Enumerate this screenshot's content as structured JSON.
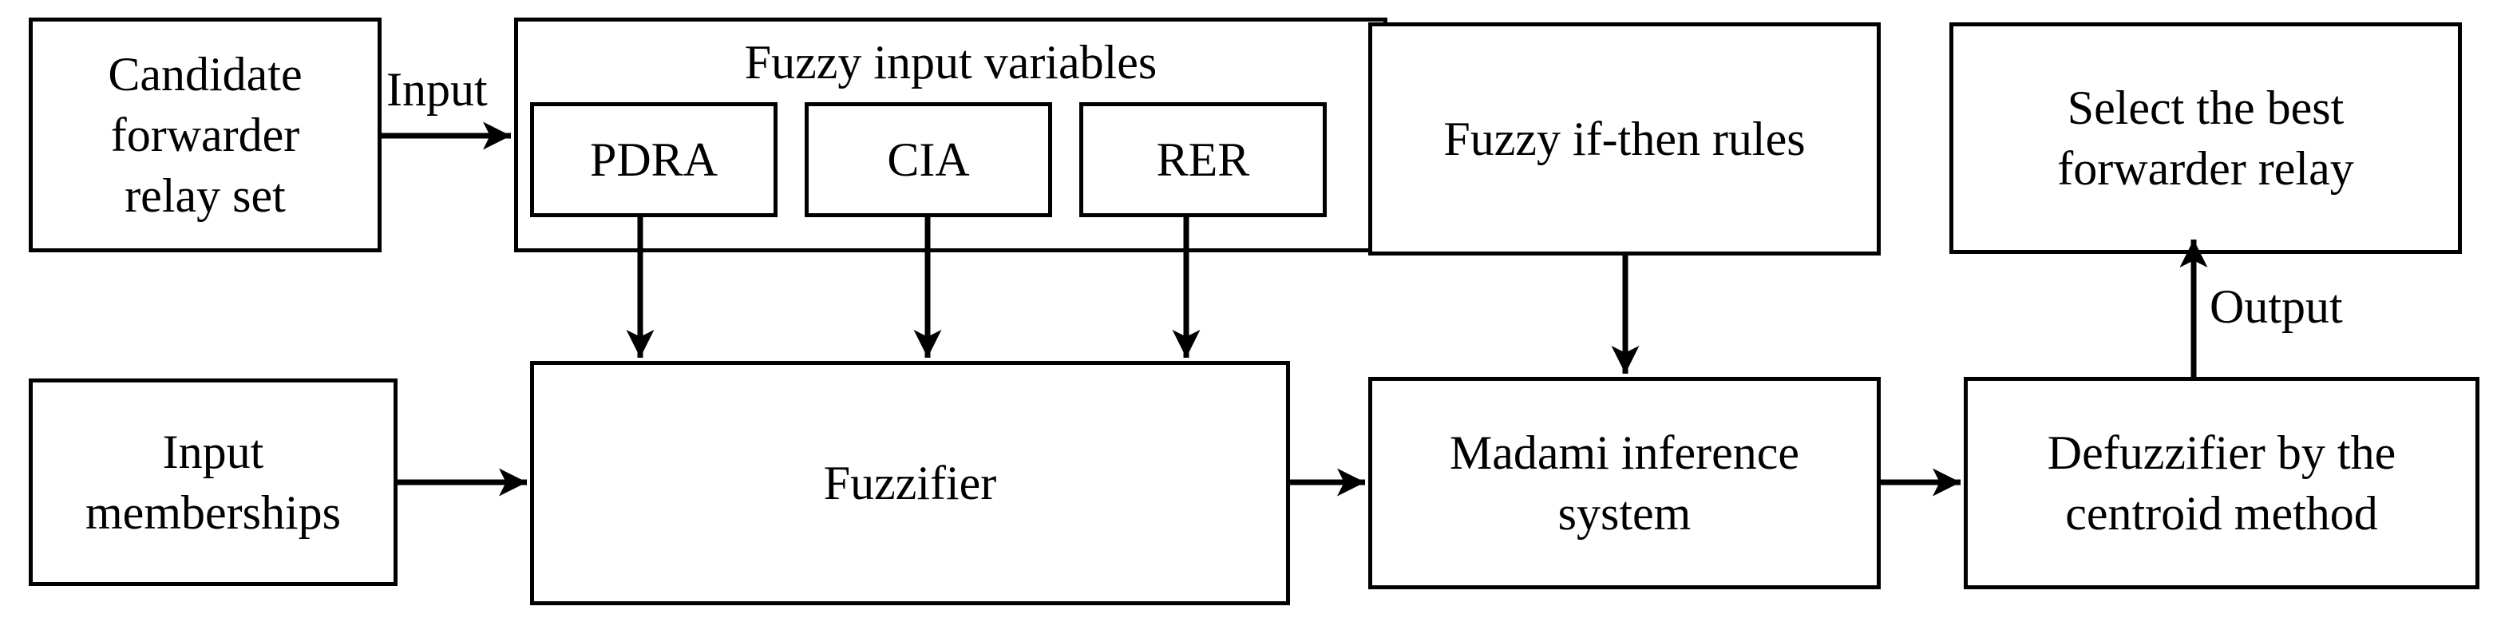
{
  "diagram": {
    "candidate_set": "Candidate\nforwarder\nrelay set",
    "input_edge": "Input",
    "fuzzy_inputs_title": "Fuzzy input variables",
    "pdra": "PDRA",
    "cia": "CIA",
    "rer": "RER",
    "rules": "Fuzzy if-then rules",
    "select_best": "Select the best\nforwarder relay",
    "output_edge": "Output",
    "input_memberships": "Input\nmemberships",
    "fuzzifier": "Fuzzifier",
    "inference": "Madami inference\nsystem",
    "defuzzifier": "Defuzzifier by the\ncentroid method"
  }
}
